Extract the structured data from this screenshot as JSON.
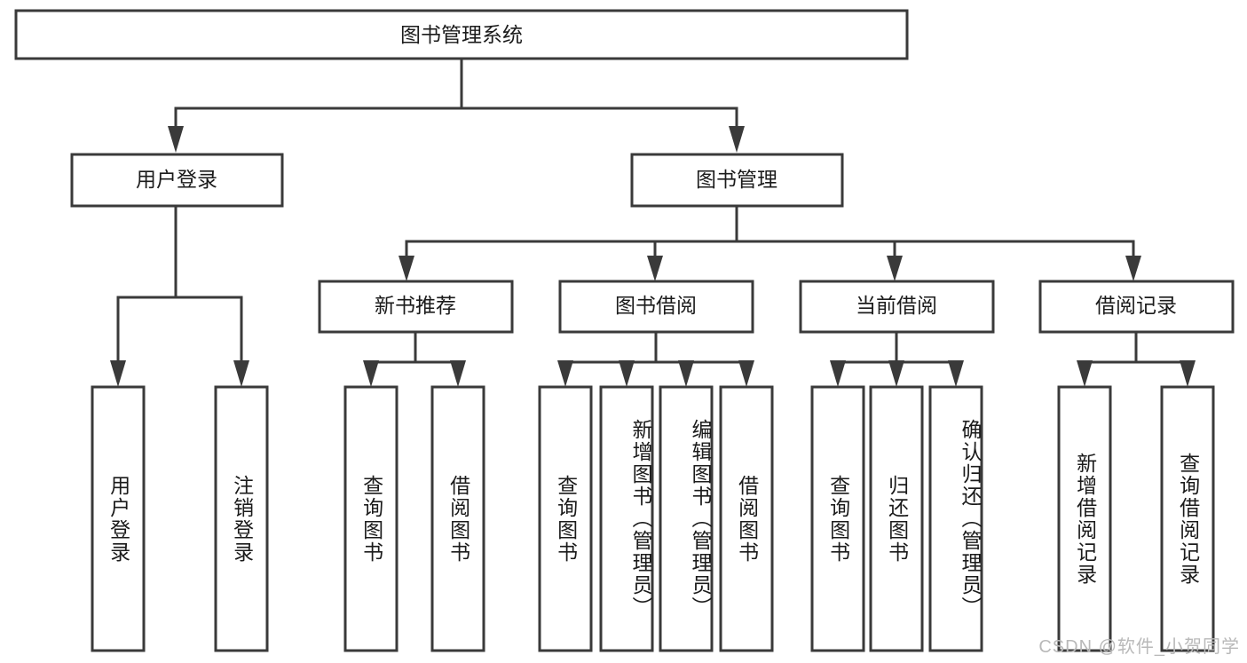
{
  "diagram": {
    "title": "图书管理系统",
    "type": "tree-hierarchy",
    "root": {
      "label": "图书管理系统"
    },
    "level1": [
      {
        "label": "用户登录"
      },
      {
        "label": "图书管理"
      }
    ],
    "level2": [
      {
        "label": "新书推荐"
      },
      {
        "label": "图书借阅"
      },
      {
        "label": "当前借阅"
      },
      {
        "label": "借阅记录"
      }
    ],
    "leaves": {
      "user_login": [
        {
          "label": "用户登录"
        },
        {
          "label": "注销登录"
        }
      ],
      "new_book_recommend": [
        {
          "label": "查询图书"
        },
        {
          "label": "借阅图书"
        }
      ],
      "book_borrow": [
        {
          "label": "查询图书"
        },
        {
          "label": "新增图书（管理员）"
        },
        {
          "label": "编辑图书（管理员）"
        },
        {
          "label": "借阅图书"
        }
      ],
      "current_borrow": [
        {
          "label": "查询图书"
        },
        {
          "label": "归还图书"
        },
        {
          "label": "确认归还（管理员）"
        }
      ],
      "borrow_record": [
        {
          "label": "新增借阅记录"
        },
        {
          "label": "查询借阅记录"
        }
      ]
    }
  },
  "watermark": {
    "text": "CSDN @软件_小贺同学"
  },
  "colors": {
    "stroke": "#3a3a3a",
    "box_fill": "#ffffff",
    "text": "#1b1b1b",
    "watermark": "#b9b9b9",
    "background": "#ffffff"
  }
}
